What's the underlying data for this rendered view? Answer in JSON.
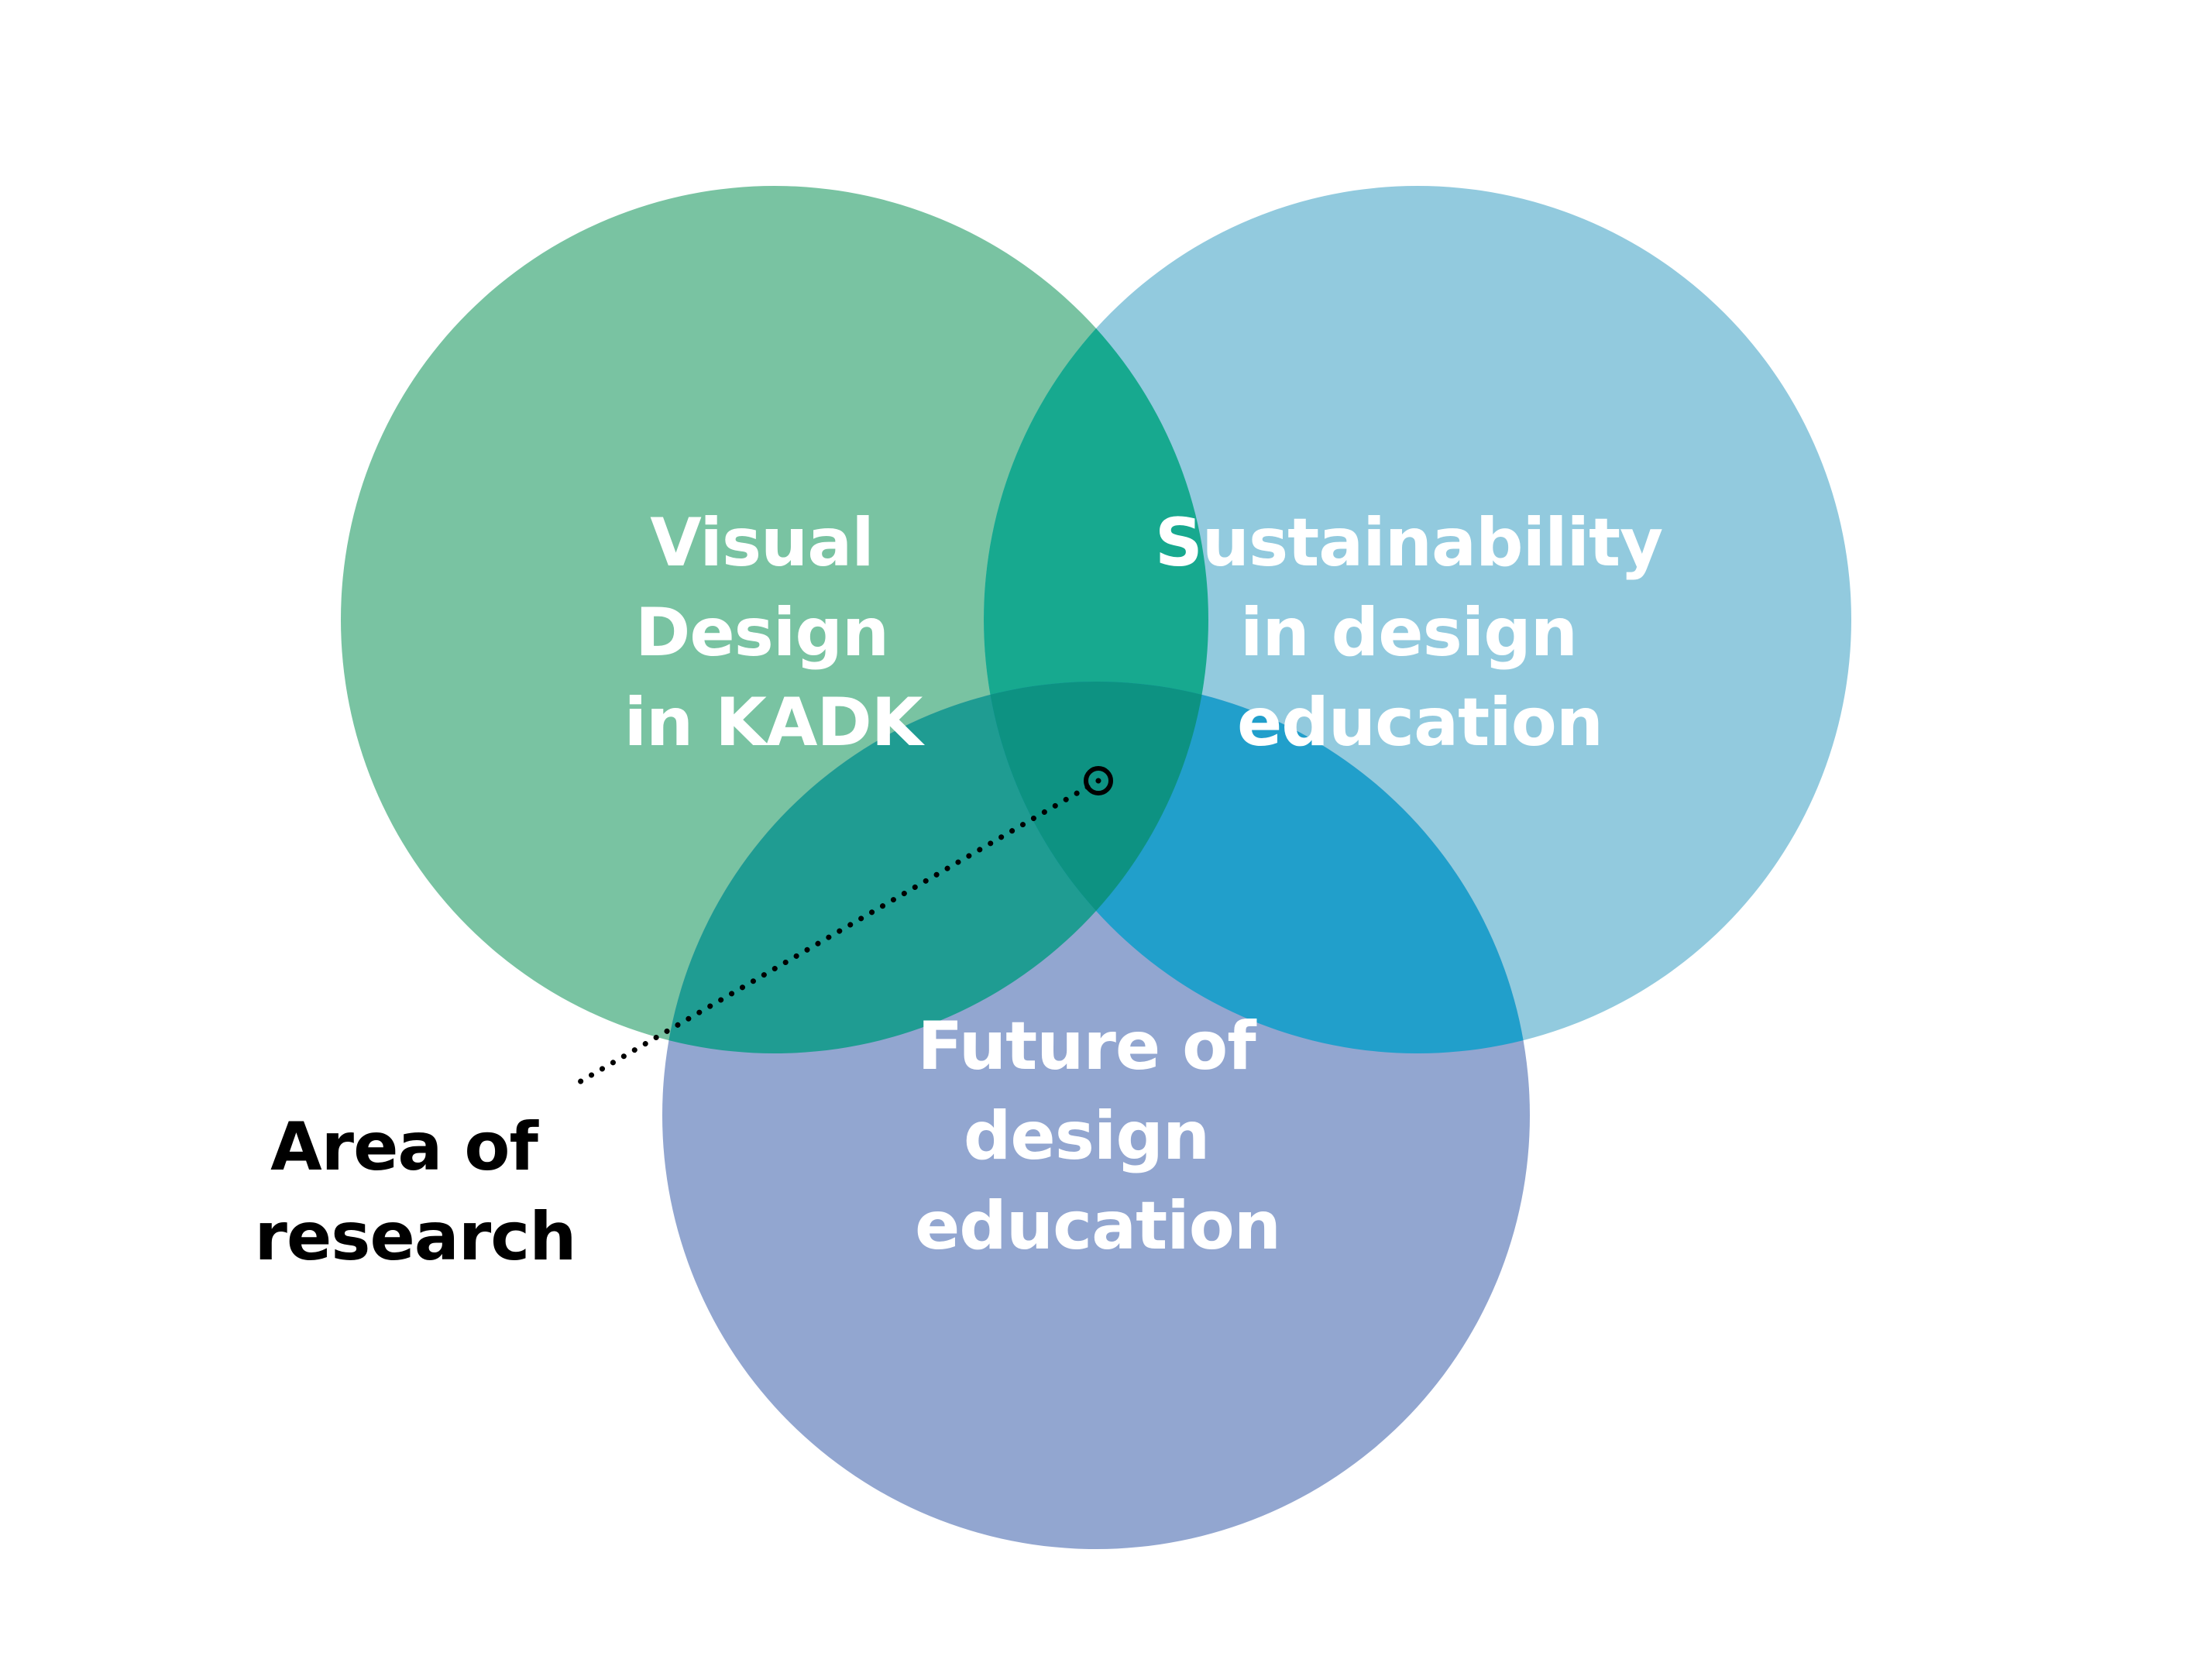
{
  "diagram": {
    "type": "venn-three-set",
    "sets": [
      {
        "id": "visual-design",
        "label_lines": [
          "Visual",
          "Design",
          "in KADK"
        ],
        "color": "#79c3a2"
      },
      {
        "id": "sustainability",
        "label_lines": [
          "Sustainability",
          "in design",
          "education"
        ],
        "color": "#92cade"
      },
      {
        "id": "future",
        "label_lines": [
          "Future of",
          "design",
          "education"
        ],
        "color": "#92a6d0"
      }
    ],
    "overlap_colors": {
      "visual_sustainability": "#17a98f",
      "visual_future": "#1f9c92",
      "sustainability_future": "#219fcb",
      "all_three": "#0d9282"
    },
    "callout": {
      "label_lines": [
        "Area of",
        "research"
      ],
      "line_style": "dotted",
      "marker": "hollow-circle",
      "color": "#000000"
    }
  }
}
